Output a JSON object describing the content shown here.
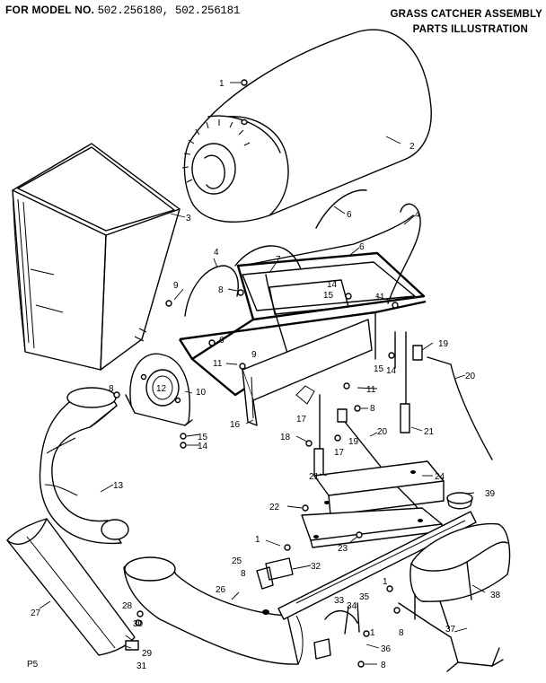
{
  "header": {
    "model_prefix": "FOR MODEL NO.",
    "model_numbers": "502.256180, 502.256181",
    "title_line1": "GRASS CATCHER ASSEMBLY",
    "title_line2": "PARTS ILLUSTRATION"
  },
  "footer": {
    "page_code": "P5"
  },
  "callouts": {
    "c1a": "1",
    "c1b": "1",
    "c1c": "1",
    "c1d": "1",
    "c2": "2",
    "c3": "3",
    "c4a": "4",
    "c4b": "4",
    "c6a": "6",
    "c6b": "6",
    "c6c": "6",
    "c7": "7",
    "c8a": "8",
    "c8b": "8",
    "c8c": "8",
    "c8d": "8",
    "c8e": "8",
    "c8f": "8",
    "c9a": "9",
    "c9b": "9",
    "c10": "10",
    "c11a": "11",
    "c11b": "11",
    "c11c": "11",
    "c12": "12",
    "c13": "13",
    "c14a": "14",
    "c14b": "14",
    "c14c": "14",
    "c15a": "15",
    "c15b": "15",
    "c15c": "15",
    "c16": "16",
    "c17a": "17",
    "c17b": "17",
    "c18": "18",
    "c19a": "19",
    "c19b": "19",
    "c20a": "20",
    "c20b": "20",
    "c21a": "21",
    "c21b": "21",
    "c22": "22",
    "c23": "23",
    "c24": "24",
    "c25": "25",
    "c26": "26",
    "c27": "27",
    "c28": "28",
    "c29": "29",
    "c30": "30",
    "c31": "31",
    "c32": "32",
    "c33": "33",
    "c34": "34",
    "c35": "35",
    "c36": "36",
    "c37": "37",
    "c38": "38",
    "c39": "39"
  }
}
